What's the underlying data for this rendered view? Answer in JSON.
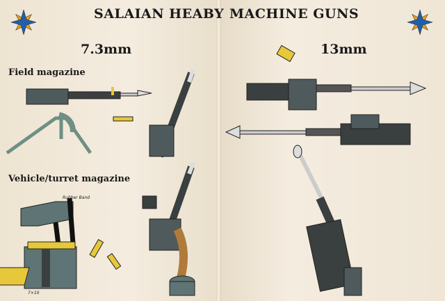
{
  "title_left": "SALAIAN HEABY",
  "title_right": "MACHINE GUNS",
  "left": {
    "caliber": "7.3mm",
    "section1": "Field magazine",
    "section2": "Vehicle/turret magazine",
    "label_band": "Rubber Band",
    "label_count": "7×10"
  },
  "right": {
    "caliber": "13mm"
  },
  "colors": {
    "star_blue": "#1f5fae",
    "star_gold": "#e0a020",
    "gun_gray": "#4f5a5c",
    "brass": "#e6c83a",
    "tripod": "#6f8f84",
    "box": "#5f7474"
  }
}
